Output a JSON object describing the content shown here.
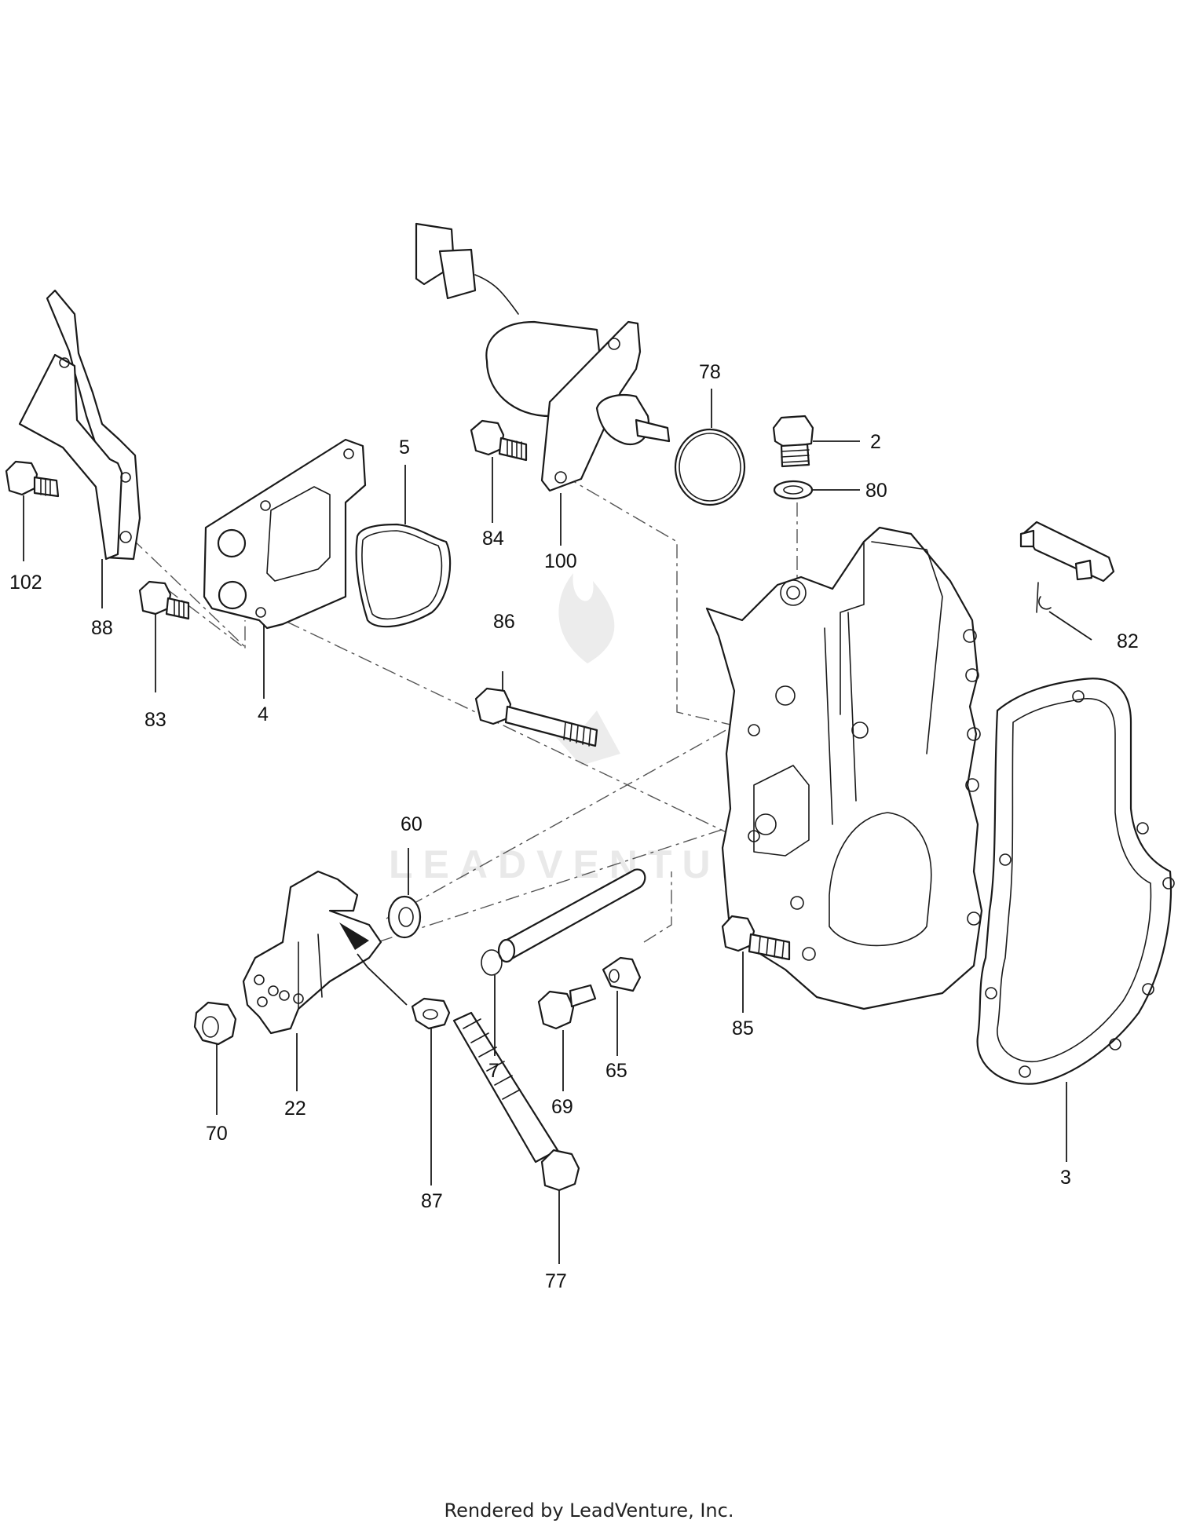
{
  "watermark": {
    "text": "LEADVENTURE"
  },
  "footer": {
    "text": "Rendered by LeadVenture, Inc."
  },
  "callouts": {
    "c2": "2",
    "c3": "3",
    "c4": "4",
    "c5": "5",
    "c7": "7",
    "c22": "22",
    "c60": "60",
    "c65": "65",
    "c69": "69",
    "c70": "70",
    "c77": "77",
    "c78": "78",
    "c80": "80",
    "c82": "82",
    "c83": "83",
    "c84": "84",
    "c85": "85",
    "c86": "86",
    "c87": "87",
    "c88": "88",
    "c100": "100",
    "c102": "102"
  }
}
